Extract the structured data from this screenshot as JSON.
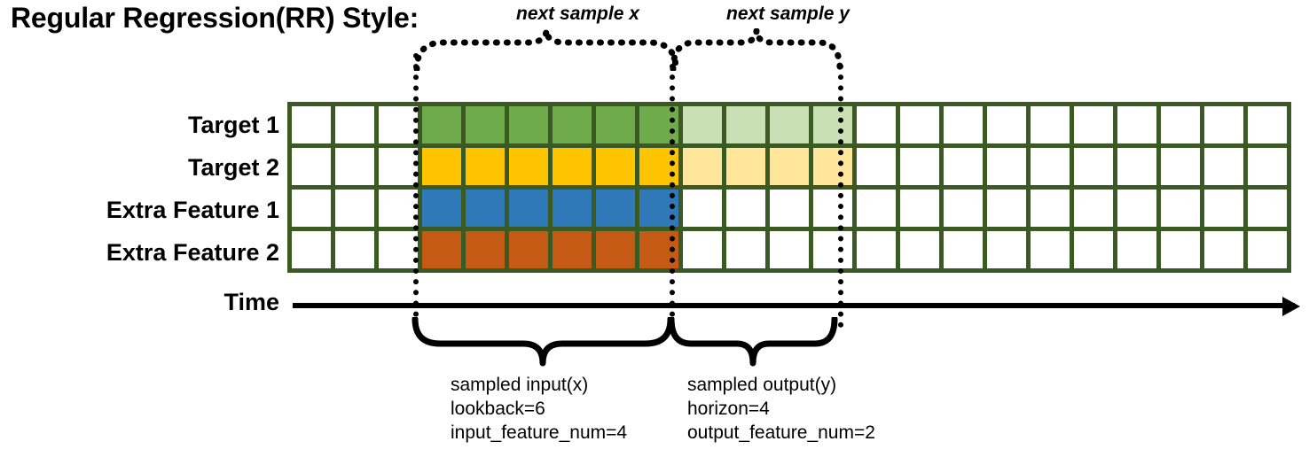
{
  "title": "Regular Regression(RR) Style:",
  "rows": [
    {
      "label": "Target 1",
      "name": "target-1"
    },
    {
      "label": "Target 2",
      "name": "target-2"
    },
    {
      "label": "Extra Feature 1",
      "name": "extra-feature-1"
    },
    {
      "label": "Extra Feature 2",
      "name": "extra-feature-2"
    }
  ],
  "time": {
    "label": "Time"
  },
  "grid": {
    "total_columns": 23,
    "leading_blank_columns": 3,
    "input_columns": 6,
    "output_columns": 4,
    "trailing_blank_columns": 10
  },
  "colors": {
    "border": "#3b5a23",
    "empty": "#ffffff",
    "target1_input": "#6fab4b",
    "target1_output": "#c8e0b4",
    "target2_input": "#ffc400",
    "target2_output": "#ffe69a",
    "extra1_input": "#2f79b8",
    "extra2_input": "#c55a14",
    "line": "#000000"
  },
  "annotations": {
    "next_sample_x": "next sample x",
    "next_sample_y": "next sample y"
  },
  "captions": {
    "input": {
      "line1": "sampled input(x)",
      "line2": "lookback=6",
      "line3": "input_feature_num=4"
    },
    "output": {
      "line1": "sampled output(y)",
      "line2": "horizon=4",
      "line3": "output_feature_num=2"
    }
  },
  "chart_data": {
    "type": "heatmap",
    "title": "Regular Regression(RR) Style:",
    "categories": [
      "Target 1",
      "Target 2",
      "Extra Feature 1",
      "Extra Feature 2"
    ],
    "x": "time steps (23 columns)",
    "series": [
      {
        "name": "Target 1",
        "filled_input": 6,
        "filled_output": 4
      },
      {
        "name": "Target 2",
        "filled_input": 6,
        "filled_output": 4
      },
      {
        "name": "Extra Feature 1",
        "filled_input": 6,
        "filled_output": 0
      },
      {
        "name": "Extra Feature 2",
        "filled_input": 6,
        "filled_output": 0
      }
    ],
    "lookback": 6,
    "horizon": 4,
    "input_feature_num": 4,
    "output_feature_num": 2
  }
}
